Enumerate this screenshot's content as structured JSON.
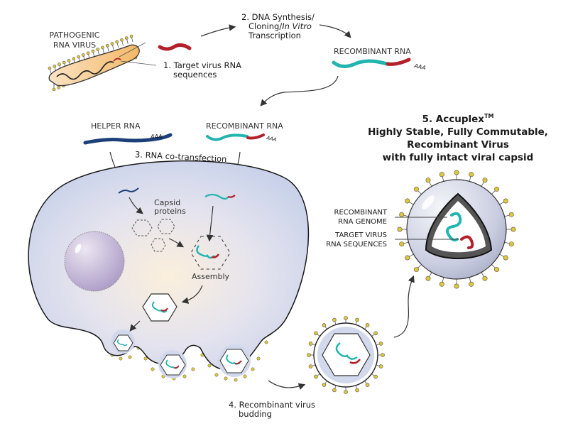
{
  "diagram": {
    "pathogen_label_line1": "PATHOGENIC",
    "pathogen_label_line2": "RNA VIRUS",
    "step1_line1": "1. Target virus RNA",
    "step1_line2": "sequences",
    "step2_line1": "2. DNA Synthesis/",
    "step2_line2_plain": "Cloning/",
    "step2_line2_italic": "In Vitro",
    "step2_line3": "Transcription",
    "recombinant_rna_top": "RECOMBINANT RNA",
    "helper_rna": "HELPER RNA",
    "recombinant_rna_mid": "RECOMBINANT RNA",
    "poly_a": "AAA",
    "step3": "3. RNA co-transfection",
    "capsid_proteins_line1": "Capsid",
    "capsid_proteins_line2": "proteins",
    "assembly": "Assembly",
    "step4_line1": "4. Recombinant virus",
    "step4_line2": "budding",
    "step5_line1": "5. Accuplex",
    "step5_tm": "TM",
    "step5_line2": "Highly Stable, Fully Commutable,",
    "step5_line3": "Recombinant Virus",
    "step5_line4": "with fully intact viral capsid",
    "genome_label_line1": "RECOMBINANT",
    "genome_label_line2": "RNA GENOME",
    "target_label_line1": "TARGET VIRUS",
    "target_label_line2": "RNA SEQUENCES"
  },
  "colors": {
    "recombinant_rna": "#22b5b0",
    "target_rna": "#b3202a",
    "helper_rna": "#1c3f7a",
    "spike": "#e0c63a",
    "cell_fill": "#d6dcee",
    "virus_body": "#e8ecf4"
  }
}
